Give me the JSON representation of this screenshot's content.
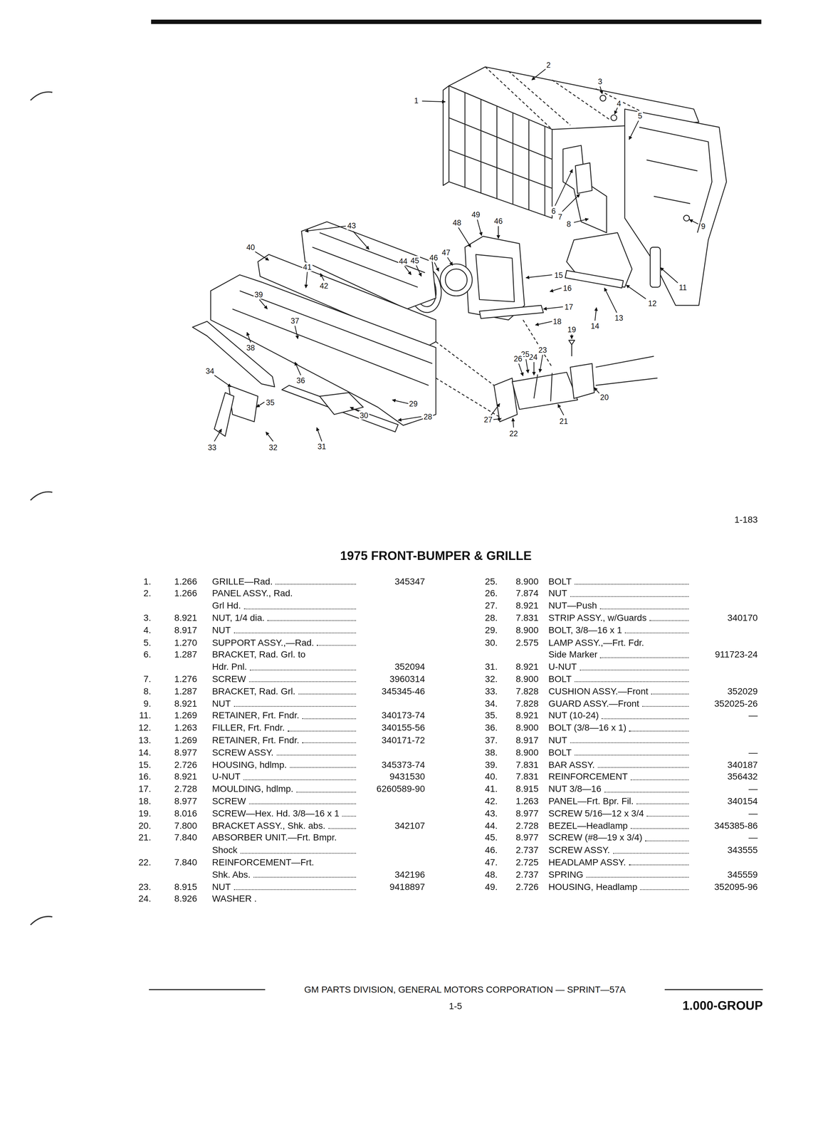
{
  "diagram": {
    "title": "1975 FRONT-BUMPER & GRILLE",
    "labels": [
      "1",
      "2",
      "3",
      "4",
      "5",
      "6",
      "7",
      "8",
      "9",
      "11",
      "12",
      "13",
      "14",
      "15",
      "16",
      "17",
      "18",
      "19",
      "20",
      "21",
      "22",
      "23",
      "24",
      "25",
      "26",
      "27",
      "28",
      "29",
      "30",
      "31",
      "32",
      "33",
      "34",
      "35",
      "36",
      "37",
      "38",
      "39",
      "40",
      "41",
      "42",
      "43",
      "44",
      "45",
      "46",
      "47",
      "48",
      "49",
      "46",
      "1-183",
      "1.",
      "1.266",
      "GRILLE—Rad.",
      "345347",
      "2.",
      "1.266",
      "PANEL ASSY., Rad. Grl Hd.",
      "3.",
      "8.921",
      "NUT, 1/4 dia.",
      "4.",
      "8.917",
      "NUT",
      "5.",
      "1.270",
      "SUPPORT ASSY.,—Rad.",
      "6.",
      "1.287",
      "BRACKET, Rad. Grl. to Hdr. Pnl.",
      "352094",
      "7.",
      "1.276",
      "SCREW",
      "3960314",
      "8.",
      "1.287",
      "BRACKET, Rad. Grl.",
      "345345-46",
      "9.",
      "8.921",
      "NUT",
      "11.",
      "1.269",
      "RETAINER, Frt. Fndr.",
      "340173-74",
      "12.",
      "1.263",
      "FILLER, Frt. Fndr.",
      "340155-56",
      "13.",
      "1.269",
      "RETAINER, Frt. Fndr.",
      "340171-72",
      "14.",
      "8.977",
      "SCREW ASSY.",
      "15.",
      "2.726",
      "HOUSING, hdlmp.",
      "345373-74",
      "16.",
      "8.921",
      "U-NUT",
      "9431530",
      "17.",
      "2.728",
      "MOULDING, hdlmp.",
      "6260589-90",
      "18.",
      "8.977",
      "SCREW",
      "19.",
      "8.016",
      "SCREW—Hex. Hd. 3/8—16 x 1",
      "20.",
      "7.800",
      "BRACKET ASSY., Shk. abs.",
      "342107",
      "21.",
      "7.840",
      "ABSORBER UNIT.—Frt. Bmpr. Shock",
      "22.",
      "7.840",
      "REINFORCEMENT—Frt. Shk. Abs.",
      "342196",
      "23.",
      "8.915",
      "NUT",
      "9418897",
      "24.",
      "8.926",
      "WASHER .",
      "25.",
      "8.900",
      "BOLT",
      "26.",
      "7.874",
      "NUT",
      "27.",
      "8.921",
      "NUT—Push",
      "28.",
      "7.831",
      "STRIP ASSY., w/Guards",
      "340170",
      "29.",
      "8.900",
      "BOLT, 3/8—16 x 1",
      "30.",
      "2.575",
      "LAMP ASSY.,—Frt. Fdr. Side Marker",
      "911723-24",
      "31.",
      "8.921",
      "U-NUT",
      "32.",
      "8.900",
      "BOLT",
      "33.",
      "7.828",
      "CUSHION ASSY.—Front",
      "352029",
      "34.",
      "7.828",
      "GUARD ASSY.—Front",
      "352025-26",
      "35.",
      "8.921",
      "NUT (10-24)",
      "—",
      "36.",
      "8.900",
      "BOLT (3/8—16 x 1)",
      "37.",
      "8.917",
      "NUT",
      "38.",
      "8.900",
      "BOLT",
      "—",
      "39.",
      "7.831",
      "BAR ASSY.",
      "340187",
      "40.",
      "7.831",
      "REINFORCEMENT",
      "356432",
      "41.",
      "8.915",
      "NUT 3/8—16",
      "—",
      "42.",
      "1.263",
      "PANEL—Frt. Bpr. Fil.",
      "340154",
      "43.",
      "8.977",
      "SCREW 5/16—12 x 3/4",
      "—",
      "44.",
      "2.728",
      "BEZEL—Headlamp",
      "345385-86",
      "45.",
      "8.977",
      "SCREW (#8—19 x 3/4)",
      "—",
      "46.",
      "2.737",
      "SCREW ASSY.",
      "343555",
      "47.",
      "2.725",
      "HEADLAMP ASSY.",
      "48.",
      "2.737",
      "SPRING",
      "345559",
      "49.",
      "2.726",
      "HOUSING, Headlamp",
      "352095-96",
      "GM PARTS DIVISION, GENERAL MOTORS CORPORATION — SPRINT—57A",
      "1-5",
      "1.000-GROUP"
    ]
  }
}
